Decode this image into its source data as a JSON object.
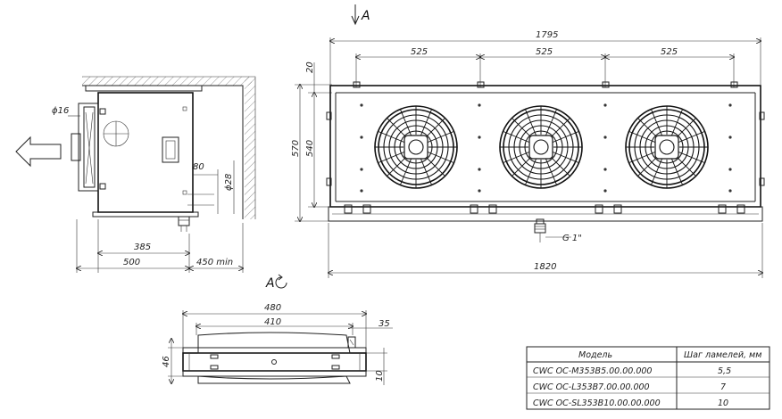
{
  "view_label": "A",
  "view_label_rotated": "A",
  "front": {
    "dim_total": "1795",
    "dim_fan_1": "525",
    "dim_fan_2": "525",
    "dim_fan_3": "525",
    "dim_top_offset": "20",
    "dim_height_outer": "570",
    "dim_height_inner": "540",
    "dim_overall": "1820",
    "pipe_thread": "G 1\""
  },
  "side": {
    "dim_pipe_dia": "ϕ16",
    "dim_offset": "80",
    "dim_drain_dia": "ϕ28",
    "dim_depth_inner": "385",
    "dim_depth": "500",
    "dim_clearance": "450 min"
  },
  "bottom": {
    "dim_outer": "480",
    "dim_inner": "410",
    "dim_slot": "35",
    "dim_height": "46",
    "dim_hole": "10"
  },
  "table": {
    "header_model": "Модель",
    "header_pitch": "Шаг ламелей, мм",
    "rows": [
      {
        "model": "CWC OC-M353B5.00.00.000",
        "pitch": "5,5"
      },
      {
        "model": "CWC OC-L353B7.00.00.000",
        "pitch": "7"
      },
      {
        "model": "CWC OC-SL353B10.00.00.000",
        "pitch": "10"
      }
    ]
  }
}
